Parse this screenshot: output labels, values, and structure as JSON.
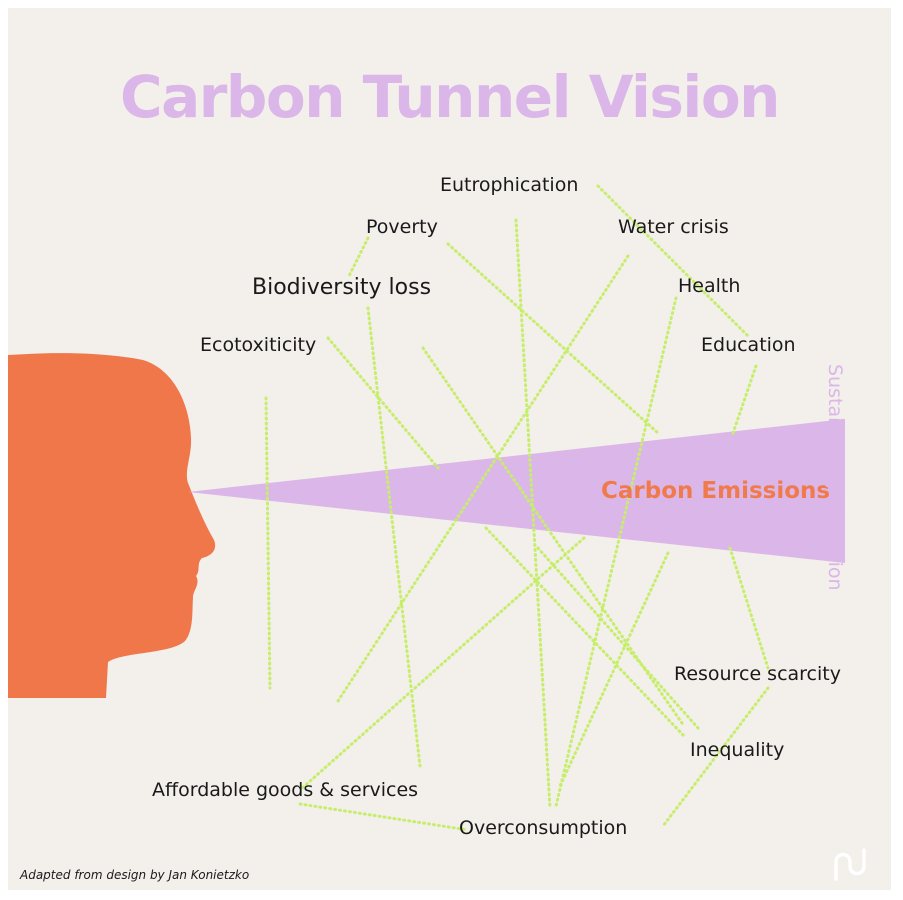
{
  "title": "Carbon Tunnel Vision",
  "beam_label": "Carbon Emissions",
  "side_label": "Sustainability Transition",
  "credit": "Adapted from design by Jan Konietzko",
  "labels": {
    "eutrophication": "Eutrophication",
    "poverty": "Poverty",
    "water_crisis": "Water crisis",
    "biodiversity_loss": "Biodiversity loss",
    "health": "Health",
    "ecotoxicity": "Ecotoxiticity",
    "education": "Education",
    "resource_scarcity": "Resource scarcity",
    "inequality": "Inequality",
    "affordable_goods": "Affordable goods & services",
    "overconsumption": "Overconsumption"
  },
  "colors": {
    "background": "#f3efeb",
    "title": "#dbb6e8",
    "beam": "#dbb6e8",
    "head": "#ef774a",
    "beam_text": "#f07a4b",
    "connector": "#c6ee6a"
  }
}
